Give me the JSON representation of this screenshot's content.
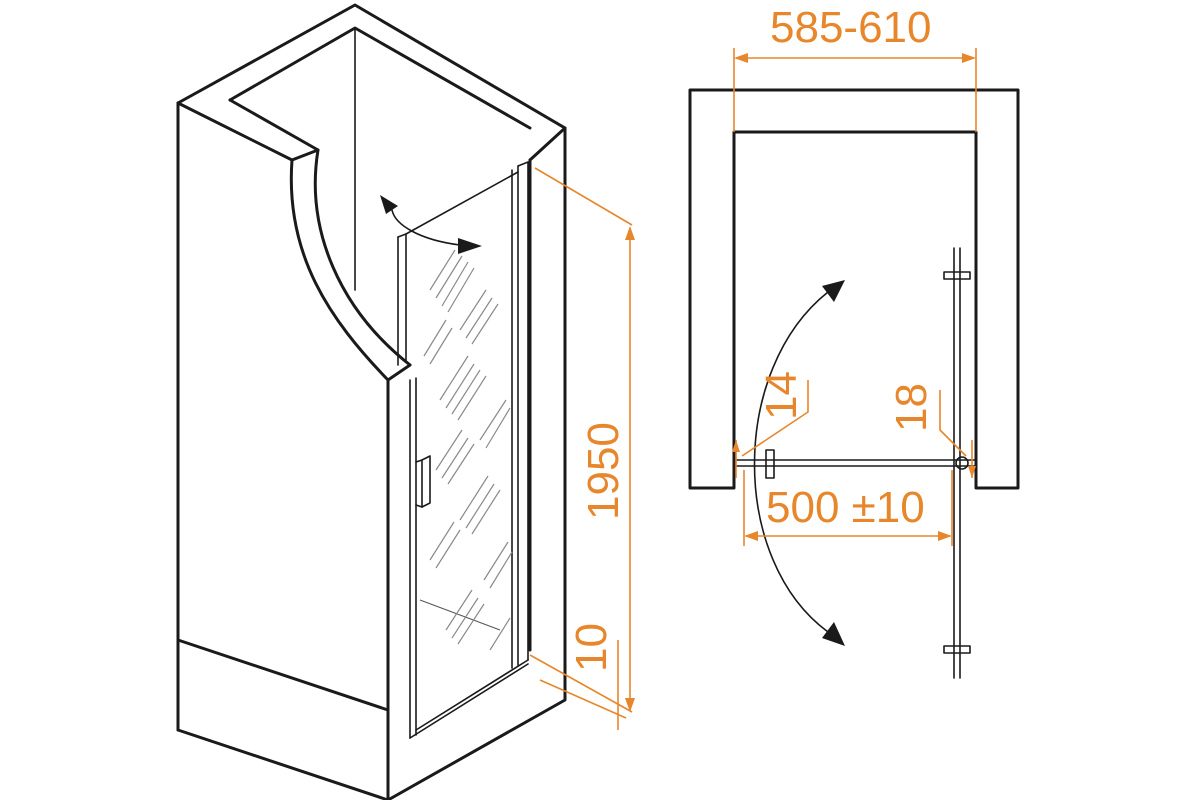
{
  "colors": {
    "ink": "#1a1a1a",
    "dimension": "#e8862b",
    "background": "#ffffff"
  },
  "dimensions": {
    "height": "1950",
    "threshold": "10",
    "opening_width": "585-610",
    "door_width": "500 ±10",
    "left_gap": "14",
    "right_gap": "18"
  }
}
